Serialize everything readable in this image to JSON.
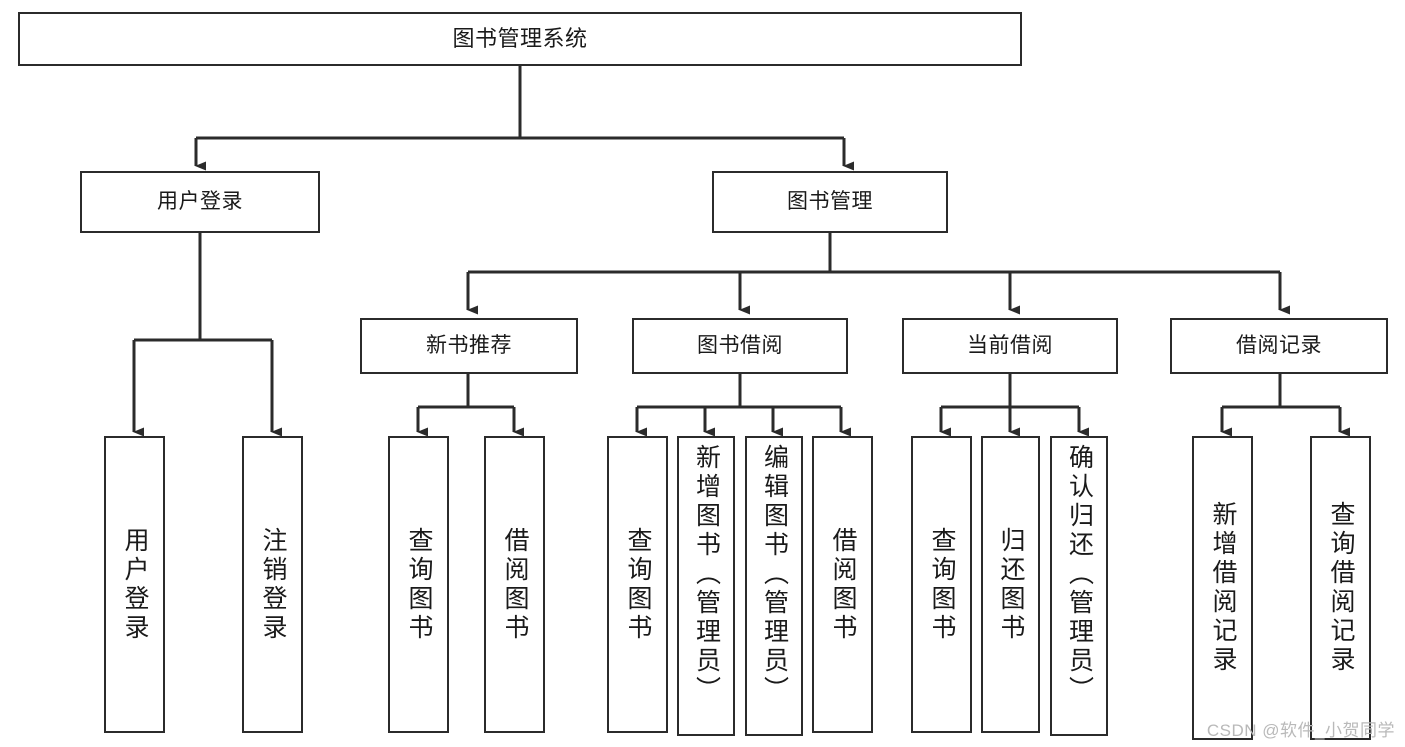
{
  "diagram": {
    "type": "tree-hierarchy",
    "title": "图书管理系统",
    "watermark": "CSDN @软件_小贺同学",
    "colors": {
      "background": "#ffffff",
      "node_border": "#2b2b2b",
      "node_fill": "#ffffff",
      "edge": "#2b2b2b",
      "text": "#1a1a1a",
      "watermark": "#b9b9b9"
    },
    "nodes": {
      "root": {
        "label": "图书管理系统",
        "level": 0,
        "orientation": "horizontal"
      },
      "l1": [
        {
          "id": "user-login",
          "label": "用户登录",
          "orientation": "horizontal"
        },
        {
          "id": "book-manage",
          "label": "图书管理",
          "orientation": "horizontal"
        }
      ],
      "l2": [
        {
          "id": "new-book-recommend",
          "label": "新书推荐",
          "orientation": "horizontal"
        },
        {
          "id": "book-borrow",
          "label": "图书借阅",
          "orientation": "horizontal"
        },
        {
          "id": "current-borrow",
          "label": "当前借阅",
          "orientation": "horizontal"
        },
        {
          "id": "borrow-record",
          "label": "借阅记录",
          "orientation": "horizontal"
        }
      ],
      "leaves": [
        {
          "id": "leaf-user-login",
          "label": "用户登录",
          "parent": "user-login",
          "orientation": "vertical"
        },
        {
          "id": "leaf-user-logout",
          "label": "注销登录",
          "parent": "user-login",
          "orientation": "vertical"
        },
        {
          "id": "leaf-query-book-1",
          "label": "查询图书",
          "parent": "new-book-recommend",
          "orientation": "vertical"
        },
        {
          "id": "leaf-borrow-book-1",
          "label": "借阅图书",
          "parent": "new-book-recommend",
          "orientation": "vertical"
        },
        {
          "id": "leaf-query-book-2",
          "label": "查询图书",
          "parent": "book-borrow",
          "orientation": "vertical"
        },
        {
          "id": "leaf-add-book",
          "label": "新增图书（管理员）",
          "parent": "book-borrow",
          "orientation": "vertical"
        },
        {
          "id": "leaf-edit-book",
          "label": "编辑图书（管理员）",
          "parent": "book-borrow",
          "orientation": "vertical"
        },
        {
          "id": "leaf-borrow-book-2",
          "label": "借阅图书",
          "parent": "book-borrow",
          "orientation": "vertical"
        },
        {
          "id": "leaf-query-book-3",
          "label": "查询图书",
          "parent": "current-borrow",
          "orientation": "vertical"
        },
        {
          "id": "leaf-return-book",
          "label": "归还图书",
          "parent": "current-borrow",
          "orientation": "vertical"
        },
        {
          "id": "leaf-confirm-return",
          "label": "确认归还（管理员）",
          "parent": "current-borrow",
          "orientation": "vertical"
        },
        {
          "id": "leaf-add-record",
          "label": "新增借阅记录",
          "parent": "borrow-record",
          "orientation": "vertical"
        },
        {
          "id": "leaf-query-record",
          "label": "查询借阅记录",
          "parent": "borrow-record",
          "orientation": "vertical"
        }
      ]
    }
  }
}
